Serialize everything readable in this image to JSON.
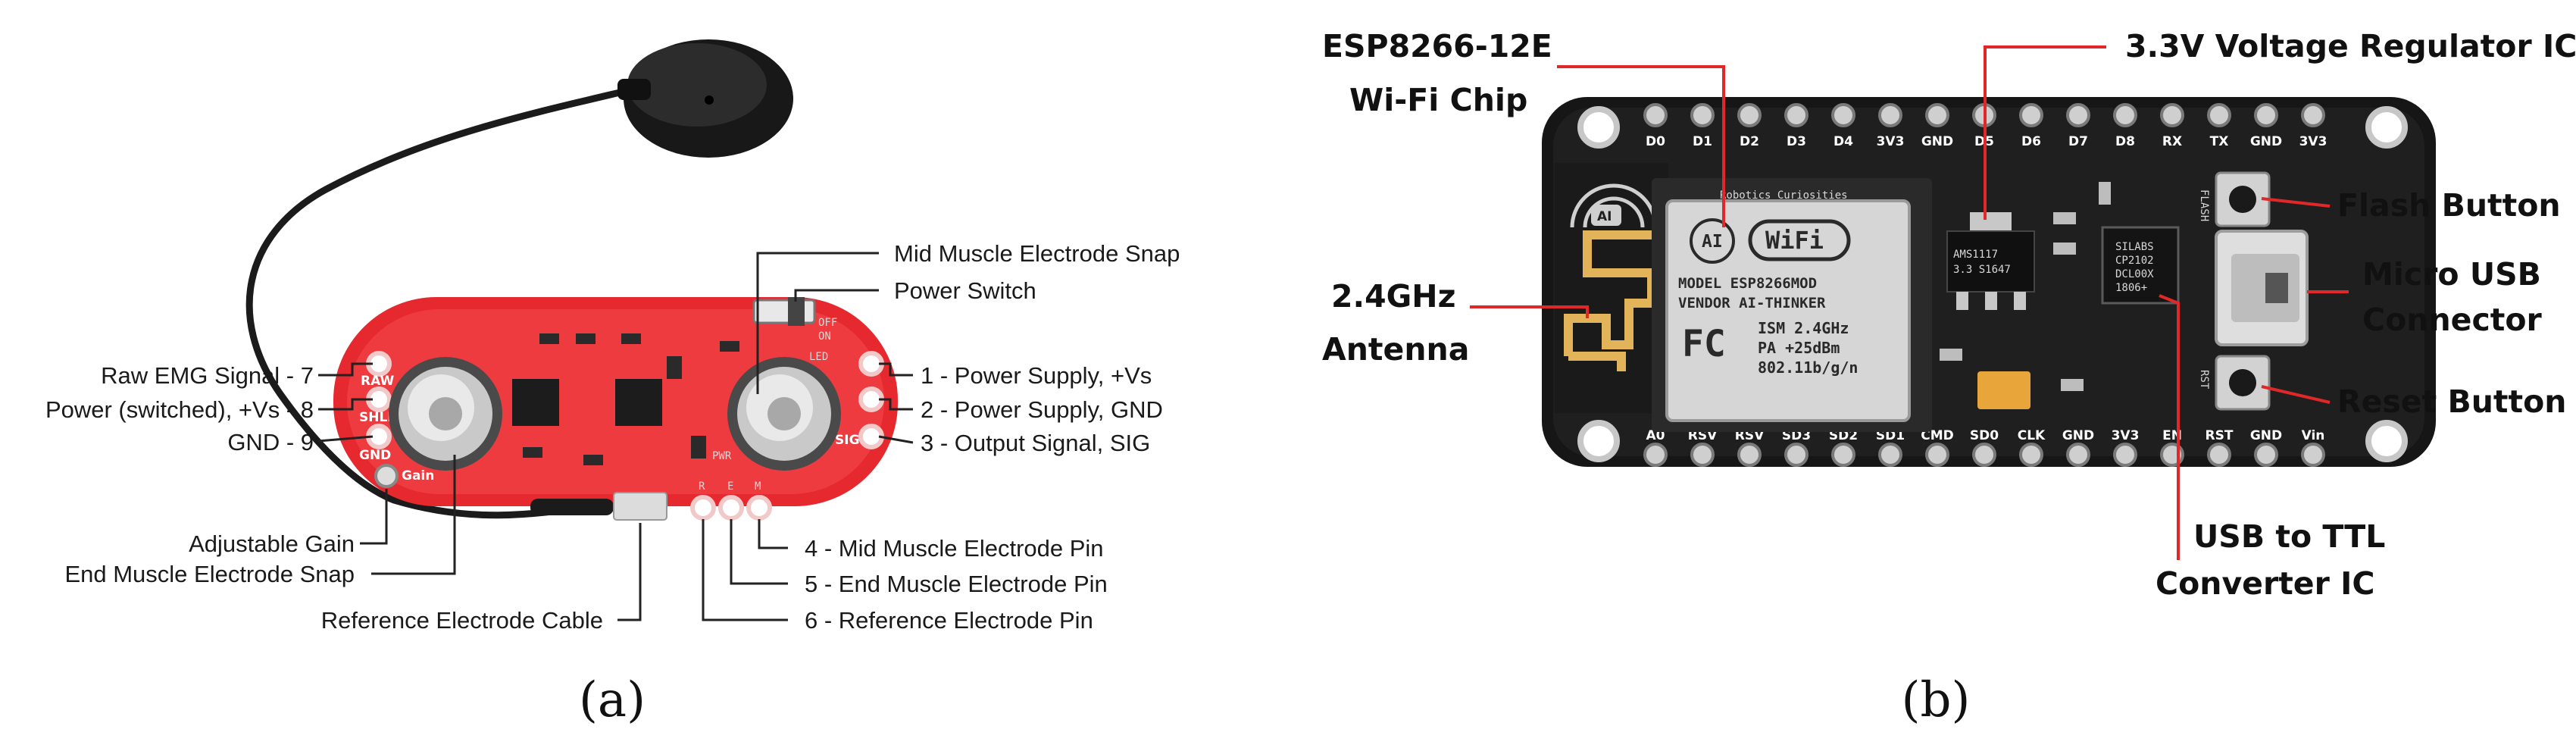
{
  "panel_a": {
    "caption": "(a)",
    "board_text": {
      "raw": "RAW",
      "shld": "SHLD",
      "gnd": "GND",
      "gain": "Gain",
      "pwr": "PWR",
      "sig": "SIG",
      "off": "OFF",
      "on": "ON",
      "led": "LED",
      "r": "R",
      "e": "E",
      "m": "M"
    },
    "labels": {
      "raw_emg": "Raw EMG Signal - 7",
      "power_switched": "Power (switched), +Vs - 8",
      "gnd_9": "GND - 9",
      "adjustable_gain": "Adjustable Gain",
      "end_snap": "End Muscle Electrode Snap",
      "ref_cable": "Reference Electrode Cable",
      "mid_snap": "Mid Muscle Electrode Snap",
      "power_switch": "Power Switch",
      "pin1": "1 - Power Supply, +Vs",
      "pin2": "2 - Power Supply, GND",
      "pin3": "3 - Output Signal, SIG",
      "pin4": "4 - Mid Muscle Electrode Pin",
      "pin5": "5 - End Muscle Electrode Pin",
      "pin6": "6 - Reference Electrode Pin"
    }
  },
  "panel_b": {
    "caption": "(b)",
    "labels": {
      "esp_line1": "ESP8266-12E",
      "esp_line2": "Wi-Fi Chip",
      "regulator": "3.3V Voltage Regulator IC",
      "antenna_line1": "2.4GHz",
      "antenna_line2": "Antenna",
      "flash": "Flash Button",
      "usb_line1": "Micro USB",
      "usb_line2": "Connector",
      "reset": "Reset Button",
      "ttl_line1": "USB to TTL",
      "ttl_line2": "Converter IC"
    },
    "board_text": {
      "top_pins": [
        "D0",
        "D1",
        "D2",
        "D3",
        "D4",
        "3V3",
        "GND",
        "D5",
        "D6",
        "D7",
        "D8",
        "RX",
        "TX",
        "GND",
        "3V3"
      ],
      "bottom_pins": [
        "A0",
        "RSV",
        "RSV",
        "SD3",
        "SD2",
        "SD1",
        "CMD",
        "SD0",
        "CLK",
        "GND",
        "3V3",
        "EN",
        "RST",
        "GND",
        "Vin"
      ],
      "flash": "FLASH",
      "rst": "RST",
      "ai": "AI",
      "wifi": "WiFi",
      "mod_line1": "MODEL   ESP8266MOD",
      "mod_line2": "VENDOR AI-THINKER",
      "mod_line3": "ISM 2.4GHz",
      "mod_line4": "PA   +25dBm",
      "mod_line5": "802.11b/g/n",
      "fcc": "FC",
      "chip_line1": "SILABS",
      "chip_line2": "CP2102",
      "chip_line3": "DCL00X",
      "chip_line4": "1806+",
      "reg_line1": "AMS1117",
      "reg_line2": "3.3 S1647",
      "watermark": "Robotics Curiosities"
    }
  }
}
